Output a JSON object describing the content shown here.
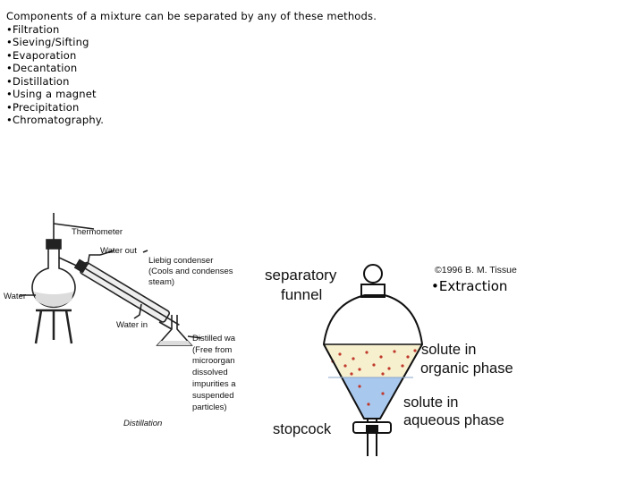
{
  "intro": "Components of a mixture  can be separated by any of these methods.",
  "methods": [
    "•Filtration",
    "•Sieving/Sifting",
    "•Evaporation",
    "•Decantation",
    "•Distillation",
    "•Using a magnet",
    "•Precipitation",
    "•Chromatography."
  ],
  "extraction_label": "•Extraction",
  "distillation": {
    "thermometer": "Thermometer",
    "water_out": "Water out",
    "condenser": [
      "Liebig condenser",
      "(Cools and condenses",
      "steam)"
    ],
    "water": "Water",
    "water_in": "Water in",
    "distilled": [
      "Distilled wa",
      "(Free from",
      "microorgan",
      "dissolved",
      "impurities a",
      "suspended",
      "particles)"
    ],
    "caption": "Distillation"
  },
  "funnel": {
    "copyright": "©1996 B. M. Tissue",
    "title_line1": "separatory",
    "title_line2": "funnel",
    "organic_line1": "solute in",
    "organic_line2": "organic phase",
    "aqueous_line1": "solute in",
    "aqueous_line2": "aqueous phase",
    "stopcock": "stopcock"
  },
  "colors": {
    "organic_phase": "#f6f0cf",
    "aqueous_phase": "#a9c8ee",
    "solute_dots": "#c0392b"
  }
}
